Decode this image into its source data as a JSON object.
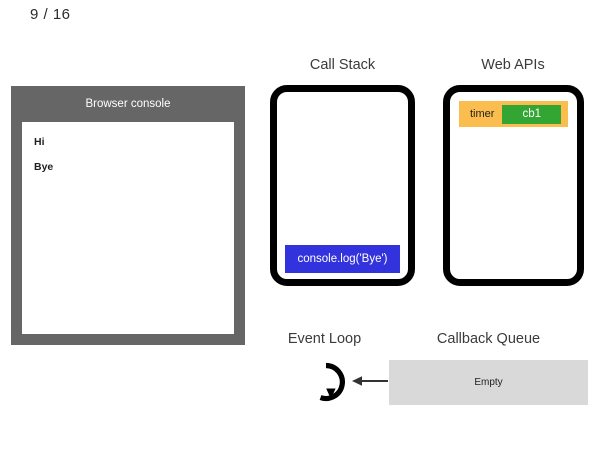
{
  "slide": {
    "counter": "9 / 16"
  },
  "console_panel": {
    "title": "Browser console",
    "lines": [
      "Hi",
      "Bye"
    ]
  },
  "call_stack": {
    "title": "Call Stack",
    "frames": [
      "console.log('Bye')"
    ],
    "frame_color": "#3333dd"
  },
  "web_apis": {
    "title": "Web APIs",
    "entries": [
      {
        "name": "timer",
        "callback": "cb1",
        "row_color": "#fbbd4d",
        "chip_color": "#33a532"
      }
    ]
  },
  "event_loop": {
    "title": "Event Loop",
    "icon": "circular-arrow-icon"
  },
  "callback_queue": {
    "title": "Callback Queue",
    "status": "Empty",
    "box_color": "#d9d9d9"
  },
  "arrow": {
    "name": "left-arrow-icon",
    "direction": "left"
  },
  "colors": {
    "console_chrome": "#666666",
    "box_border": "#000000",
    "title_text": "#3b3b3b",
    "background": "#ffffff"
  }
}
